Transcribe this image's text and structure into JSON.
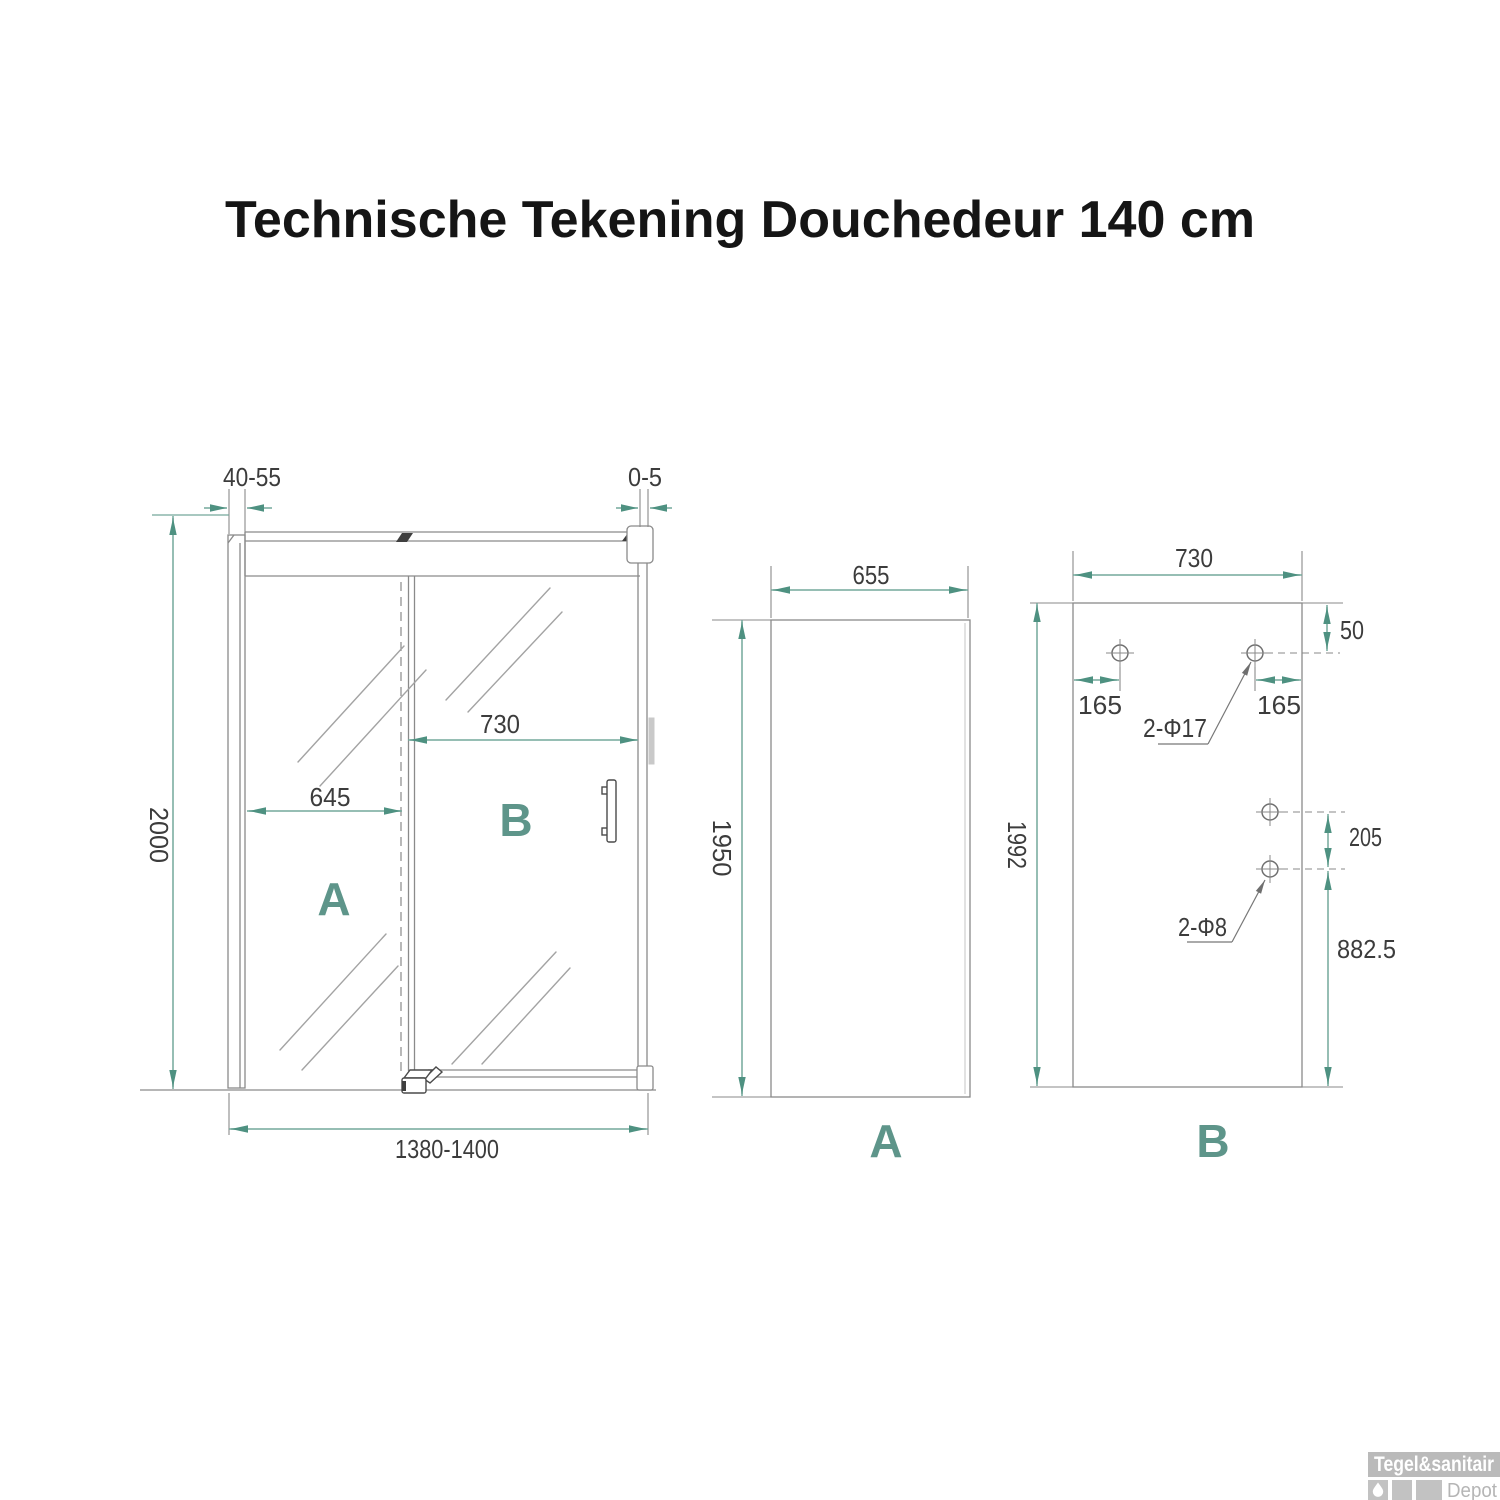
{
  "title": "Technische Tekening Douchedeur 140 cm",
  "colors": {
    "accent_teal": "#5E958A",
    "dim_line": "#74A89B",
    "arrow": "#4E9181",
    "cad_line": "#8A8A8A",
    "dim_text": "#3C3C3C",
    "logo_gray": "#BABABA",
    "title_color": "#151515"
  },
  "front_view": {
    "label_a": "A",
    "label_b": "B",
    "wall_profile_adjust": "40-55",
    "door_gap_adjust": "0-5",
    "height": "2000",
    "panel_a_width": "645",
    "panel_b_width": "730",
    "total_width_range": "1380-1400"
  },
  "side_view_a": {
    "label": "A",
    "width": "655",
    "height": "1950"
  },
  "side_view_b": {
    "label": "B",
    "width": "730",
    "height": "1992",
    "top_hole_offset": "50",
    "left_hole_inset": "165",
    "right_hole_inset": "165",
    "top_holes_note": "2-Φ17",
    "lower_hole_spacing": "205",
    "lower_holes_note": "2-Φ8",
    "bottom_hole_offset": "882.5"
  },
  "logo": {
    "brand": "Tegel&sanitair",
    "sub": "Depot"
  }
}
